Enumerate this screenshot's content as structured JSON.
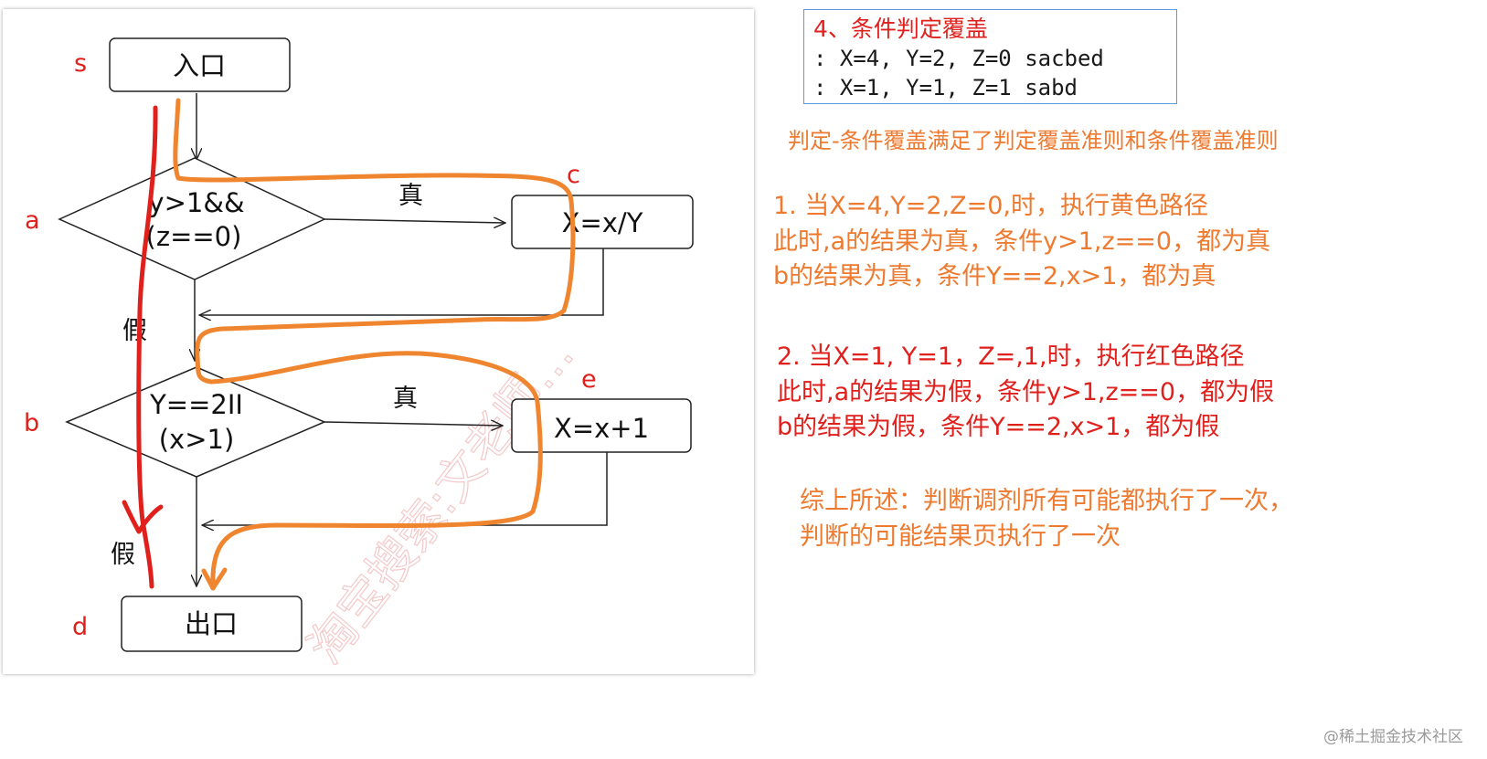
{
  "flowchart": {
    "nodes": {
      "entry_label": "入口",
      "exit_label": "出口",
      "decision_a_line1": "y>1&&",
      "decision_a_line2": "(z==0)",
      "decision_b_line1": "Y==2II",
      "decision_b_line2": "(x>1)",
      "box_c_label": "X=x/Y",
      "box_e_label": "X=x+1"
    },
    "point_labels": {
      "s": "s",
      "a": "a",
      "b": "b",
      "c": "c",
      "d": "d",
      "e": "e"
    },
    "edge_labels": {
      "a_true": "真",
      "b_true": "真",
      "a_false": "假",
      "b_false": "假"
    },
    "watermark": "淘宝搜索:文老师…",
    "colors": {
      "red_path": "#e0201c",
      "orange_path": "#f0852f",
      "label_red": "#e0201c"
    }
  },
  "test_cases": {
    "title": "4、条件判定覆盖",
    "case1": ": X=4, Y=2, Z=0  sacbed",
    "case2": ": X=1, Y=1, Z=1  sabd"
  },
  "summary_note": "判定-条件覆盖满足了判定覆盖准则和条件覆盖准则",
  "path1": {
    "line1": "1. 当X=4,Y=2,Z=0,时，执行黄色路径",
    "line2": "此时,a的结果为真，条件y>1,z==0，都为真",
    "line3": "b的结果为真，条件Y==2,x>1，都为真"
  },
  "path2": {
    "line1": "2. 当X=1, Y=1，Z=,1,时，执行红色路径",
    "line2": "此时,a的结果为假，条件y>1,z==0，都为假",
    "line3": "b的结果为假，条件Y==2,x>1，都为假"
  },
  "conclusion": {
    "line1": "综上所述：判断调剂所有可能都执行了一次，",
    "line2": "判断的可能结果页执行了一次"
  },
  "credit": "@稀土掘金技术社区"
}
